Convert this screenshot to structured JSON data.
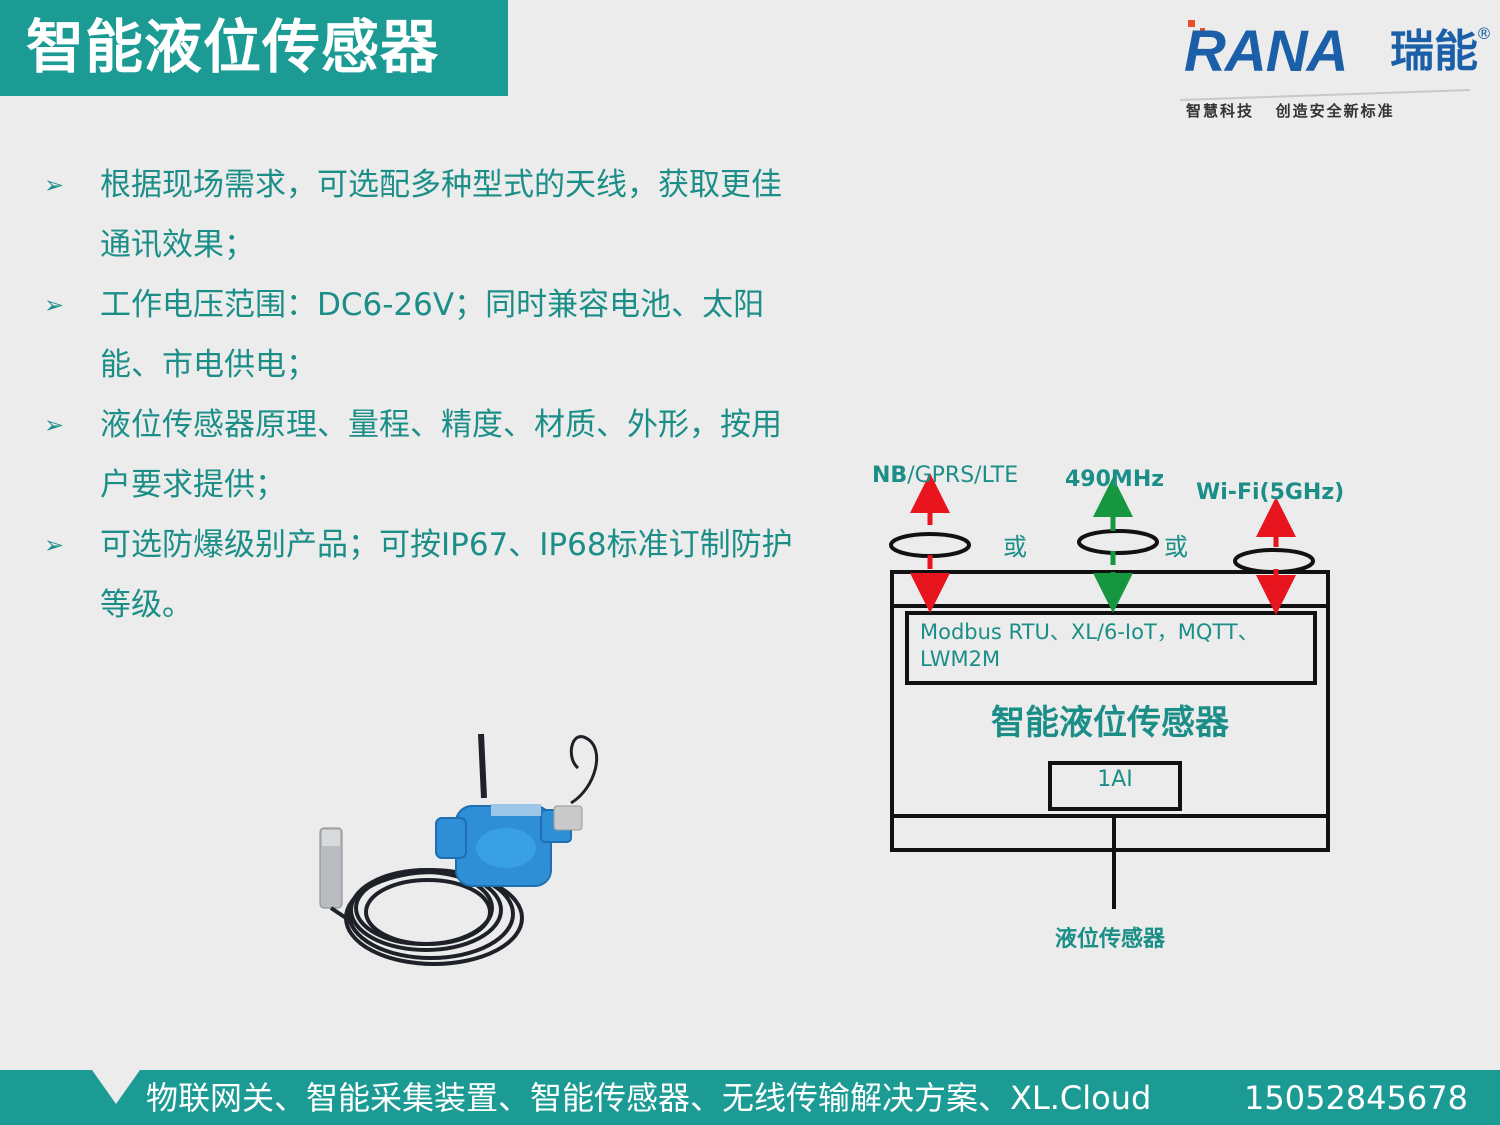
{
  "title": "智能液位传感器",
  "logo": {
    "brand": "RANA",
    "brand_cn": "瑞能",
    "registered": "®",
    "slogan": "智慧科技   创造安全新标准"
  },
  "bullets": [
    {
      "mark": "➢",
      "text": "根据现场需求，可选配多种型式的天线，获取更佳通讯效果；"
    },
    {
      "mark": "➢",
      "text": "工作电压范围：DC6-26V；同时兼容电池、太阳能、市电供电；"
    },
    {
      "mark": "➢",
      "text": "液位传感器原理、量程、精度、材质、外形，按用户要求提供；"
    },
    {
      "mark": "➢",
      "text": "可选防爆级别产品；可按IP67、IP68标准订制防护等级。"
    }
  ],
  "diagram": {
    "antennas": [
      {
        "label_bold": "NB",
        "label_rest": "/GPRS/LTE",
        "color": "#e8141e"
      },
      {
        "label_bold": "490MHz",
        "label_rest": "",
        "color": "#16963e"
      },
      {
        "label_bold": "Wi-Fi(5GHz)",
        "label_rest": "",
        "color": "#e8141e"
      }
    ],
    "or_labels": [
      "或",
      "或"
    ],
    "protocols": "Modbus RTU、XL/6-IoT，MQTT、LWM2M",
    "device_title": "智能液位传感器",
    "ai_port": "1AI",
    "sensor": "液位传感器"
  },
  "footer": {
    "text": "物联网关、智能采集装置、智能传感器、无线传输解决方案、XL.Cloud",
    "phone": "15052845678"
  },
  "colors": {
    "teal": "#1b9b94",
    "teal_text": "#1b8e88",
    "brand_blue": "#1a5fa8",
    "red_arrow": "#e8141e",
    "green_arrow": "#16963e"
  }
}
